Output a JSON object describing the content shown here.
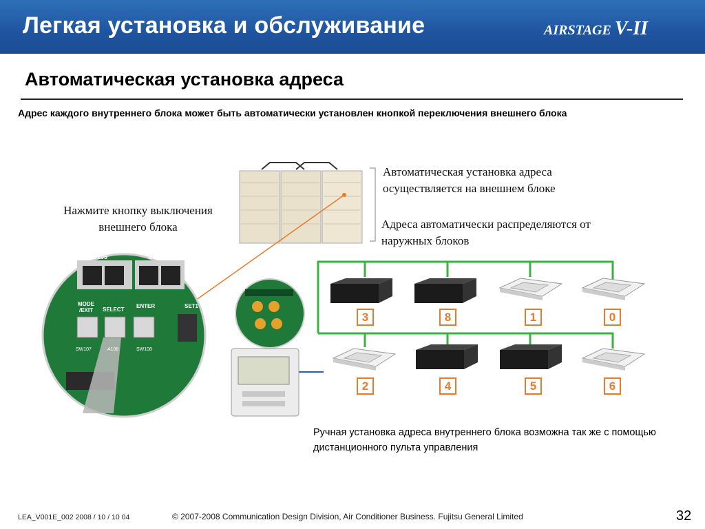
{
  "header": {
    "title": "Легкая установка и обслуживание",
    "logo": {
      "brand": "AIRSTAGE",
      "version": "V-II"
    }
  },
  "subtitle": "Автоматическая установка адреса",
  "description": "Адрес каждого внутреннего блока может быть автоматически установлен кнопкой переключения внешнего блока",
  "diagram": {
    "callout_outdoor": "Автоматическая установка адреса осуществляется на внешнем блоке",
    "callout_distribute": "Адреса автоматически распределяются от наружных блоков",
    "callout_button": "Нажмите кнопку выключения внешнего блока",
    "pcb": {
      "led1": "LED105",
      "led2": "LED10",
      "btn1": "MODE /EXIT",
      "btn2": "SELECT",
      "btn3": "ENTER",
      "btn4": "SET1",
      "sw1": "SW107",
      "sw2": "A108",
      "sw3": "SW108"
    },
    "indoor_addresses_row1": [
      "3",
      "8",
      "1",
      "0"
    ],
    "indoor_addresses_row2": [
      "2",
      "4",
      "5",
      "6"
    ]
  },
  "manual_note": "Ручная установка адреса внутреннего блока возможна так же с помощью дистанционного пульта управления",
  "footer": {
    "code": "LEA_V001E_002   2008 / 10 / 10 04",
    "copyright": "© 2007-2008 Communication Design Division, Air Conditioner Business. Fujitsu General Limited",
    "page": "32"
  },
  "colors": {
    "header": "#1f55a0",
    "pipe": "#3cb043",
    "address": "#e87b2a",
    "pcb": "#1f7a3a"
  }
}
